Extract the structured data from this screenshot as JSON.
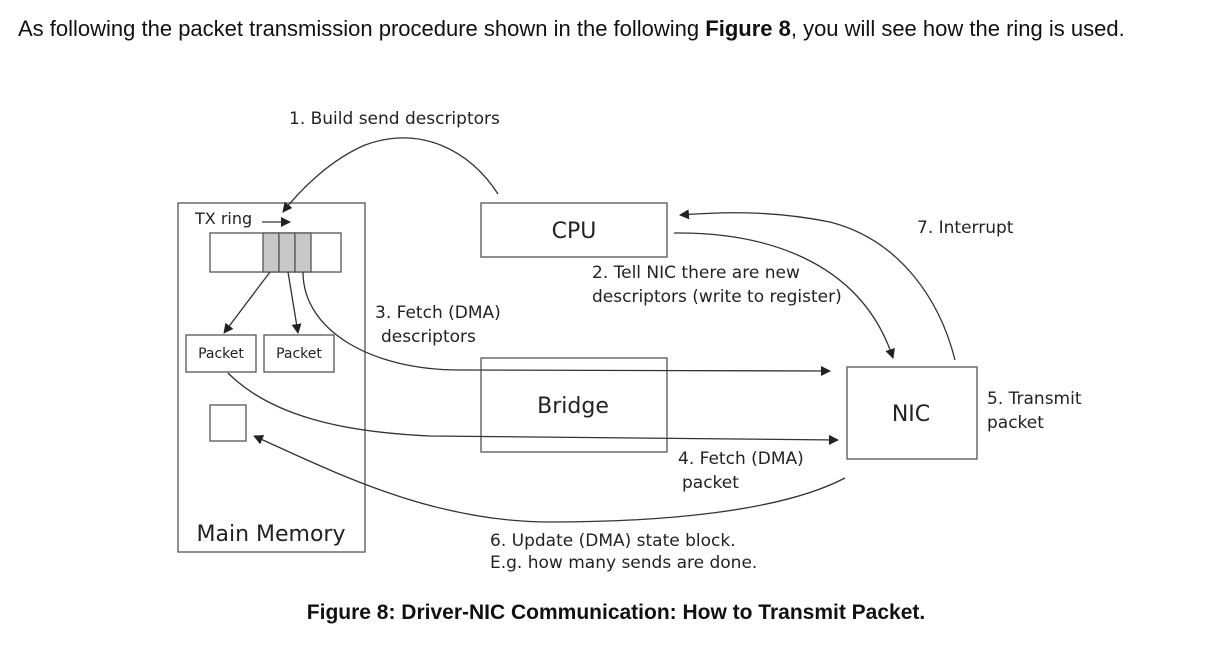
{
  "intro": {
    "text_before": "As following the packet transmission procedure shown in the following ",
    "figure_ref": "Figure 8",
    "text_after": ", you will see how the ring is used."
  },
  "diagram": {
    "components": {
      "tx_ring": "TX ring",
      "packet_1": "Packet",
      "packet_2": "Packet",
      "main_memory": "Main Memory",
      "cpu": "CPU",
      "bridge": "Bridge",
      "nic": "NIC"
    },
    "steps": {
      "step1": "1. Build send descriptors",
      "step2_line1": "2. Tell NIC there are new",
      "step2_line2": "descriptors (write to register)",
      "step3_line1": "3. Fetch (DMA)",
      "step3_line2": "descriptors",
      "step4_line1": "4. Fetch (DMA)",
      "step4_line2": "packet",
      "step5_line1": "5. Transmit",
      "step5_line2": "packet",
      "step6_line1": "6. Update (DMA) state block.",
      "step6_line2": "E.g. how many sends are done.",
      "step7": "7. Interrupt"
    }
  },
  "caption": "Figure 8: Driver-NIC Communication: How to Transmit Packet."
}
